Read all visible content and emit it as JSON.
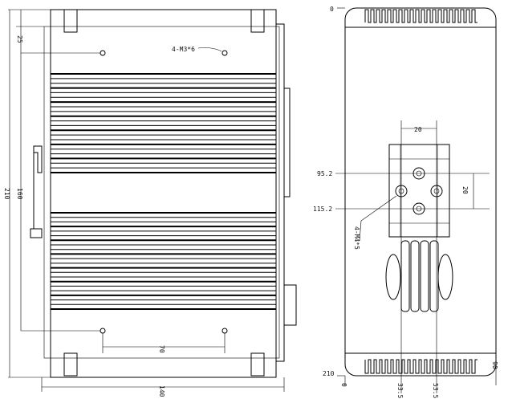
{
  "left_view": {
    "dims": {
      "top_margin": "25",
      "hole_label": "4-M3*6",
      "overall_height": "210",
      "hole_spacing_v": "160",
      "hole_spacing_h": "70",
      "overall_width": "140"
    }
  },
  "right_view": {
    "dims": {
      "top_origin": "0",
      "bracket_width": "20",
      "pos_95": "95.2",
      "pos_115": "115.2",
      "bracket_height": "20",
      "hole_label": "4-M4*5",
      "bottom_origin": "210",
      "x_origin": "0",
      "x_335a": "33.5",
      "x_535": "53.5",
      "x_90": "90"
    }
  }
}
